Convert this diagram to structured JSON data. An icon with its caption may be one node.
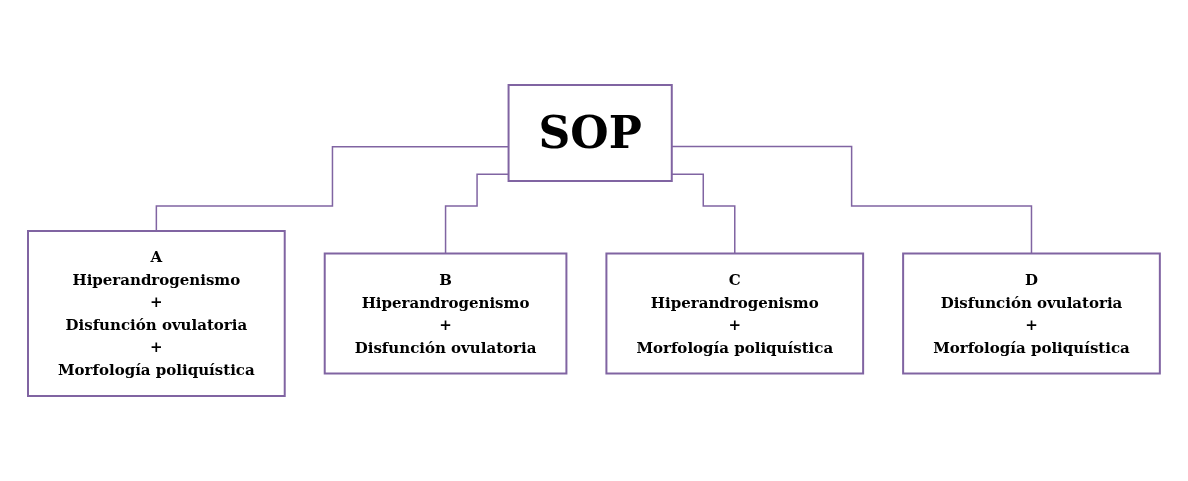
{
  "diagram": {
    "nodes": [
      {
        "text": [
          "SOP"
        ]
      },
      {
        "text": [
          "A",
          "Hiperandrogenismo",
          "+",
          "Disfunción ovulatoria",
          "+",
          "Morfología poliquística"
        ]
      },
      {
        "text": [
          "B",
          "Hiperandrogenismo",
          "+",
          "Disfunción ovulatoria"
        ]
      },
      {
        "text": [
          "C",
          "Hiperandrogenismo",
          "+",
          "Morfología poliquística"
        ]
      },
      {
        "text": [
          "D",
          "Disfunción ovulatoria",
          "+",
          "Morfología poliquística"
        ]
      }
    ],
    "edges": [
      {
        "from": 0,
        "to": 1,
        "arrow": "none"
      },
      {
        "from": 0,
        "to": 2,
        "arrow": "none"
      },
      {
        "from": 0,
        "to": 3,
        "arrow": "none"
      },
      {
        "from": 0,
        "to": 4,
        "arrow": "none"
      }
    ]
  }
}
